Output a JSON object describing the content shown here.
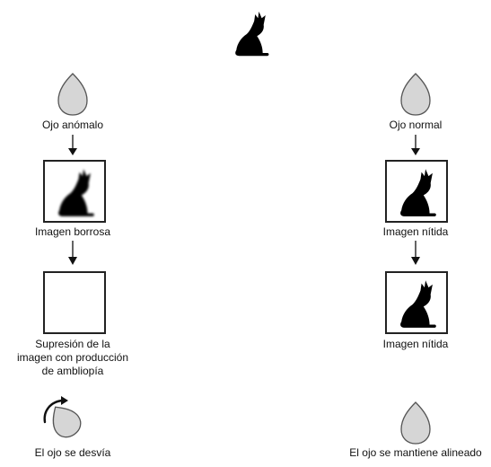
{
  "left_column": {
    "eye_label": "Ojo anómalo",
    "image_label": "Imagen borrosa",
    "suppression_label_line1": "Supresión de la",
    "suppression_label_line2": "imagen con producción",
    "suppression_label_line3": "de ambliopía",
    "result_label": "El ojo se desvía"
  },
  "right_column": {
    "eye_label": "Ojo normal",
    "image_label_1": "Imagen nítida",
    "image_label_2": "Imagen nítida",
    "result_label": "El ojo se mantiene alineado"
  },
  "icons": {
    "top": "cat-icon",
    "eye": "eye-icon",
    "deviation": "rotation-arrow-icon"
  },
  "colors": {
    "eye_fill": "#d6d6d6",
    "eye_stroke": "#555555",
    "silhouette": "#000000",
    "box_border": "#222222"
  }
}
